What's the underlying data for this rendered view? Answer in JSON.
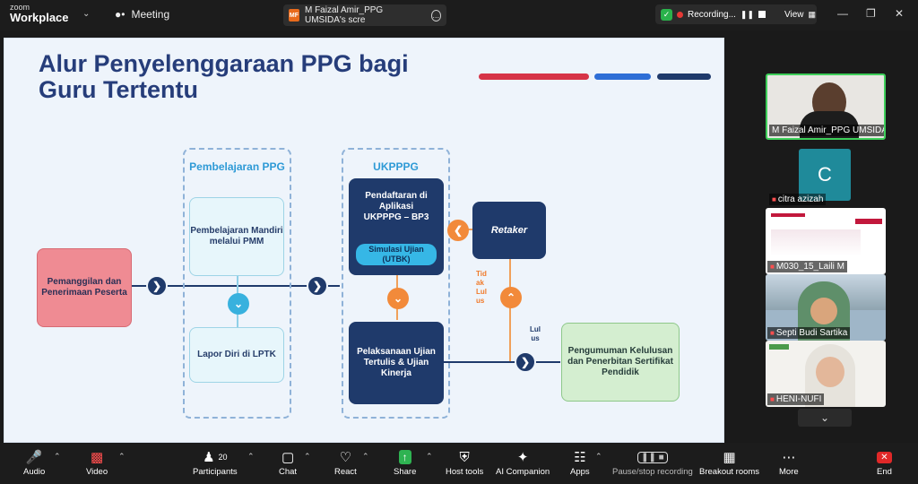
{
  "app": {
    "brand_top": "zoom",
    "brand_bottom": "Workplace",
    "meeting_label": "Meeting"
  },
  "share_tab": {
    "badge": "MF",
    "title": "M Faizal Amir_PPG UMSIDA's scre"
  },
  "recording": {
    "label": "Recording...",
    "view_label": "View"
  },
  "slide": {
    "title_line1": "Alur Penyelenggaraan PPG bagi",
    "title_line2": "Guru Tertentu",
    "accent_colors": [
      "#d63447",
      "#2e6ed6",
      "#1f3a6b"
    ],
    "box1": "Pemanggilan dan Penerimaan Peserta",
    "group1_label": "Pembelajaran PPG",
    "box2": "Pembelajaran Mandiri melalui PMM",
    "box3": "Lapor Diri di LPTK",
    "group2_label": "UKPPPG",
    "box4": "Pendaftaran di Aplikasi UKPPPG – BP3",
    "pill": "Simulasi Ujian (UTBK)",
    "box5": "Pelaksanaan Ujian Tertulis & Ujian Kinerja",
    "box6": "Retaker",
    "fail_text": "Tid ak Lul us",
    "pass_text": "Lul us",
    "box7": "Pengumuman Kelulusan dan Penerbitan Sertifikat Pendidik"
  },
  "participants": [
    {
      "name": "M Faizal Amir_PPG UMSIDA",
      "muted": false
    },
    {
      "initial": "C",
      "name": "citra azizah",
      "muted": true
    },
    {
      "name": "M030_15_Laili M",
      "muted": true
    },
    {
      "name": "Septi Budi Sartika",
      "muted": true
    },
    {
      "name": "HENI-NUFI",
      "muted": true
    }
  ],
  "toolbar": {
    "audio": "Audio",
    "video": "Video",
    "participants": "Participants",
    "participant_count": "20",
    "chat": "Chat",
    "react": "React",
    "share": "Share",
    "host_tools": "Host tools",
    "ai_companion": "AI Companion",
    "apps": "Apps",
    "pause_stop": "Pause/stop recording",
    "breakout": "Breakout rooms",
    "more": "More",
    "end": "End"
  }
}
